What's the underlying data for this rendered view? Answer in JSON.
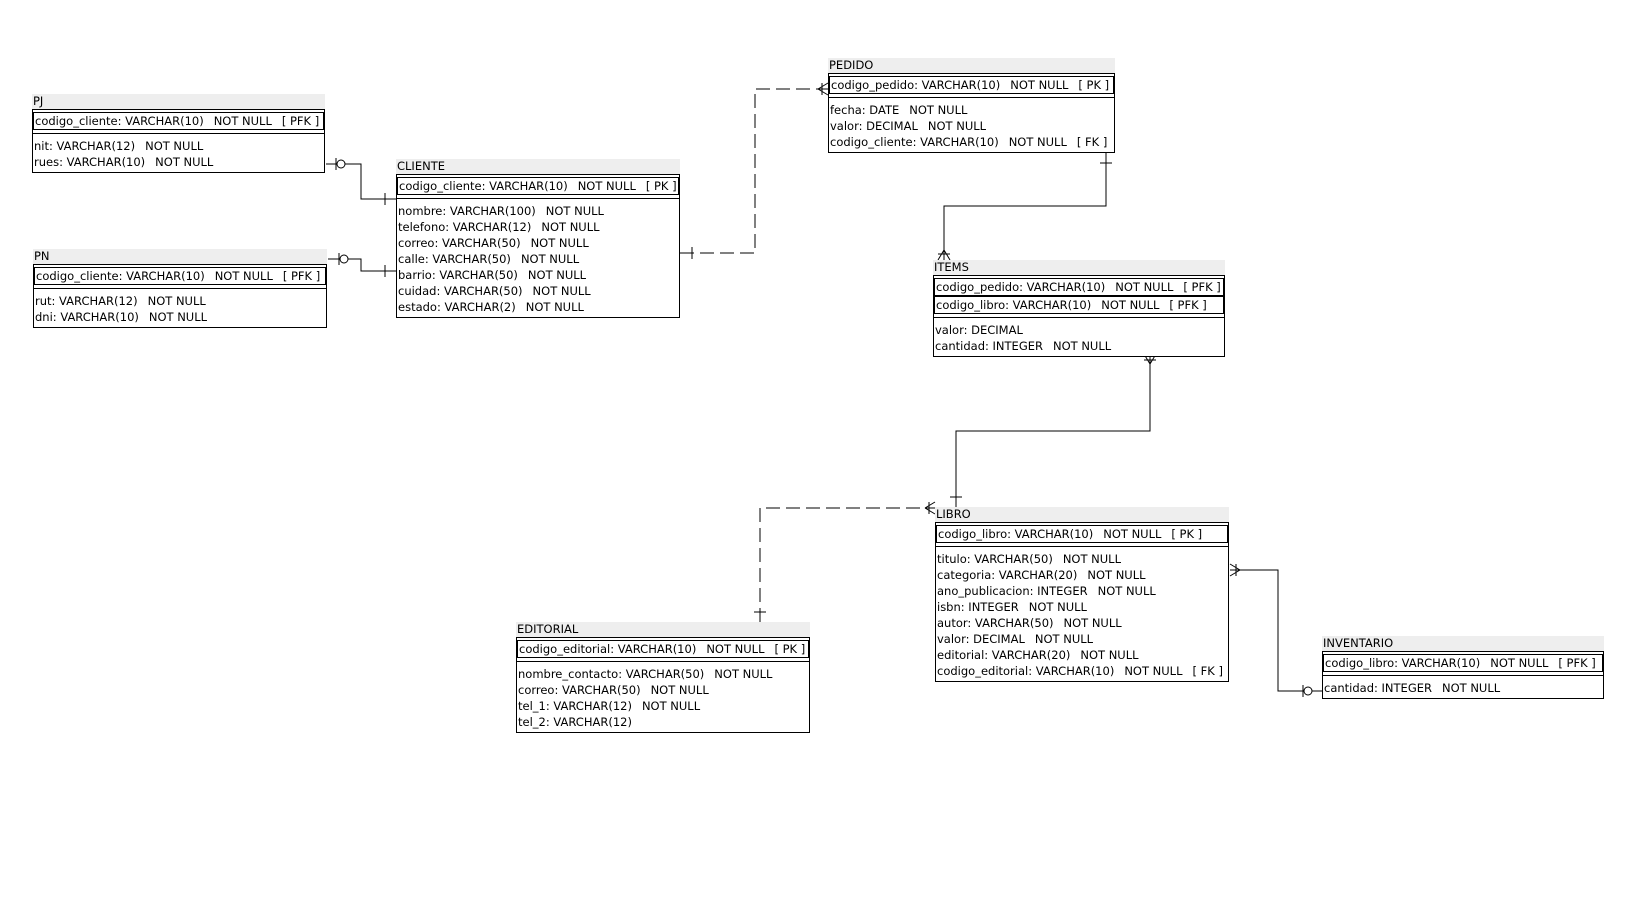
{
  "entities": {
    "pj": {
      "title": "PJ",
      "keys": [
        {
          "name": "codigo_cliente: VARCHAR(10)",
          "constraint": "NOT NULL",
          "tag": "[ PFK ]"
        }
      ],
      "attrs": [
        {
          "name": "nit: VARCHAR(12)",
          "constraint": "NOT NULL"
        },
        {
          "name": "rues: VARCHAR(10)",
          "constraint": "NOT NULL"
        }
      ]
    },
    "pn": {
      "title": "PN",
      "keys": [
        {
          "name": "codigo_cliente: VARCHAR(10)",
          "constraint": "NOT NULL",
          "tag": "[ PFK ]"
        }
      ],
      "attrs": [
        {
          "name": "rut: VARCHAR(12)",
          "constraint": "NOT NULL"
        },
        {
          "name": "dni: VARCHAR(10)",
          "constraint": "NOT NULL"
        }
      ]
    },
    "cliente": {
      "title": "CLIENTE",
      "keys": [
        {
          "name": "codigo_cliente: VARCHAR(10)",
          "constraint": "NOT NULL",
          "tag": "[ PK ]"
        }
      ],
      "attrs": [
        {
          "name": "nombre: VARCHAR(100)",
          "constraint": "NOT NULL"
        },
        {
          "name": "telefono: VARCHAR(12)",
          "constraint": "NOT NULL"
        },
        {
          "name": "correo: VARCHAR(50)",
          "constraint": "NOT NULL"
        },
        {
          "name": "calle: VARCHAR(50)",
          "constraint": "NOT NULL"
        },
        {
          "name": "barrio: VARCHAR(50)",
          "constraint": "NOT NULL"
        },
        {
          "name": "cuidad: VARCHAR(50)",
          "constraint": "NOT NULL"
        },
        {
          "name": "estado: VARCHAR(2)",
          "constraint": "NOT NULL"
        }
      ]
    },
    "pedido": {
      "title": "PEDIDO",
      "keys": [
        {
          "name": "codigo_pedido: VARCHAR(10)",
          "constraint": "NOT NULL",
          "tag": "[ PK ]"
        }
      ],
      "attrs": [
        {
          "name": "fecha: DATE",
          "constraint": "NOT NULL"
        },
        {
          "name": "valor: DECIMAL",
          "constraint": "NOT NULL"
        },
        {
          "name": "codigo_cliente: VARCHAR(10)",
          "constraint": "NOT NULL",
          "tag": "[ FK ]"
        }
      ]
    },
    "items": {
      "title": "ITEMS",
      "keys": [
        {
          "name": "codigo_pedido: VARCHAR(10)",
          "constraint": "NOT NULL",
          "tag": "[ PFK ]"
        },
        {
          "name": "codigo_libro: VARCHAR(10)",
          "constraint": "NOT NULL",
          "tag": "[ PFK ]"
        }
      ],
      "attrs": [
        {
          "name": "valor: DECIMAL"
        },
        {
          "name": "cantidad: INTEGER",
          "constraint": "NOT NULL"
        }
      ]
    },
    "libro": {
      "title": "LIBRO",
      "keys": [
        {
          "name": "codigo_libro: VARCHAR(10)",
          "constraint": "NOT NULL",
          "tag": "[ PK ]"
        }
      ],
      "attrs": [
        {
          "name": "titulo: VARCHAR(50)",
          "constraint": "NOT NULL"
        },
        {
          "name": "categoria: VARCHAR(20)",
          "constraint": "NOT NULL"
        },
        {
          "name": "ano_publicacion: INTEGER",
          "constraint": "NOT NULL"
        },
        {
          "name": "isbn: INTEGER",
          "constraint": "NOT NULL"
        },
        {
          "name": "autor: VARCHAR(50)",
          "constraint": "NOT NULL"
        },
        {
          "name": "valor: DECIMAL",
          "constraint": "NOT NULL"
        },
        {
          "name": "editorial: VARCHAR(20)",
          "constraint": "NOT NULL"
        },
        {
          "name": "codigo_editorial: VARCHAR(10)",
          "constraint": "NOT NULL",
          "tag": "[ FK ]"
        }
      ]
    },
    "editorial": {
      "title": "EDITORIAL",
      "keys": [
        {
          "name": "codigo_editorial: VARCHAR(10)",
          "constraint": "NOT NULL",
          "tag": "[ PK ]"
        }
      ],
      "attrs": [
        {
          "name": "nombre_contacto: VARCHAR(50)",
          "constraint": "NOT NULL"
        },
        {
          "name": "correo: VARCHAR(50)",
          "constraint": "NOT NULL"
        },
        {
          "name": "tel_1: VARCHAR(12)",
          "constraint": "NOT NULL"
        },
        {
          "name": "tel_2: VARCHAR(12)"
        }
      ]
    },
    "inventario": {
      "title": "INVENTARIO",
      "keys": [
        {
          "name": "codigo_libro: VARCHAR(10)",
          "constraint": "NOT NULL",
          "tag": "[ PFK ]"
        }
      ],
      "attrs": [
        {
          "name": "cantidad: INTEGER",
          "constraint": "NOT NULL"
        }
      ]
    }
  }
}
